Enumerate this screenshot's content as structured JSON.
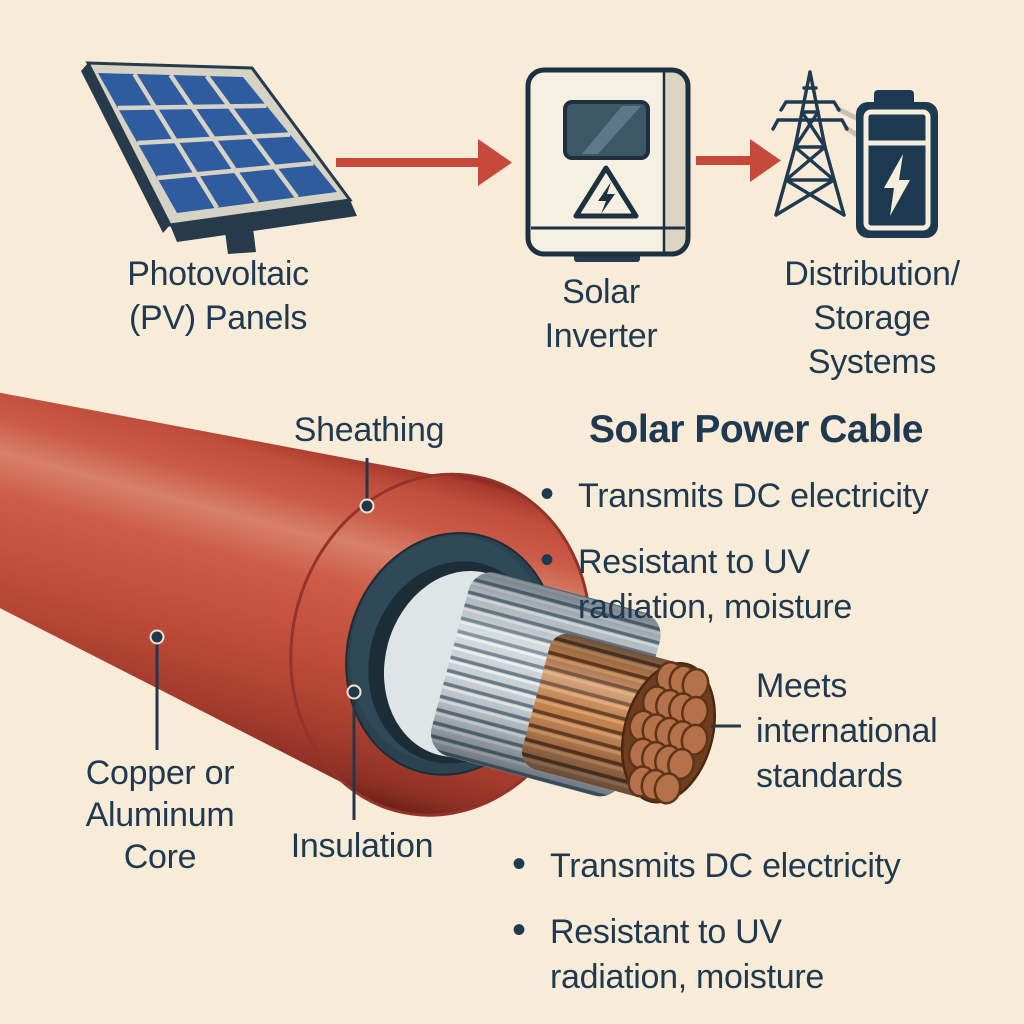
{
  "palette": {
    "background": "#f8ecd9",
    "text_navy": "#1e3950",
    "accent_red": "#c7493c",
    "cable_red": "#c55140",
    "insulation_navy": "#2b4250",
    "silver": "#c7ced2",
    "copper": "#c07c47",
    "panel_blue": "#2f5c9f"
  },
  "flow": {
    "pv_label": "Photovoltaic\n(PV) Panels",
    "inverter_label": "Solar\nInverter",
    "dist_label": "Distribution/\nStorage Systems",
    "icons": [
      "solar-panel-icon",
      "inverter-icon",
      "transmission-tower-icon",
      "battery-icon"
    ],
    "arrow_color": "#c7493c"
  },
  "cable_labels": {
    "sheathing": "Sheathing",
    "core": "Copper or\nAluminum\nCore",
    "insulation": "Insulation"
  },
  "info": {
    "title": "Solar Power Cable",
    "bullets_top": [
      "Transmits DC electricity",
      "Resistant to UV\nradiation, moisture"
    ],
    "callout": "Meets\ninternational\nstandards",
    "bullets_bottom": [
      "Transmits DC electricity",
      "Resistant to UV\nradiation, moisture"
    ]
  }
}
